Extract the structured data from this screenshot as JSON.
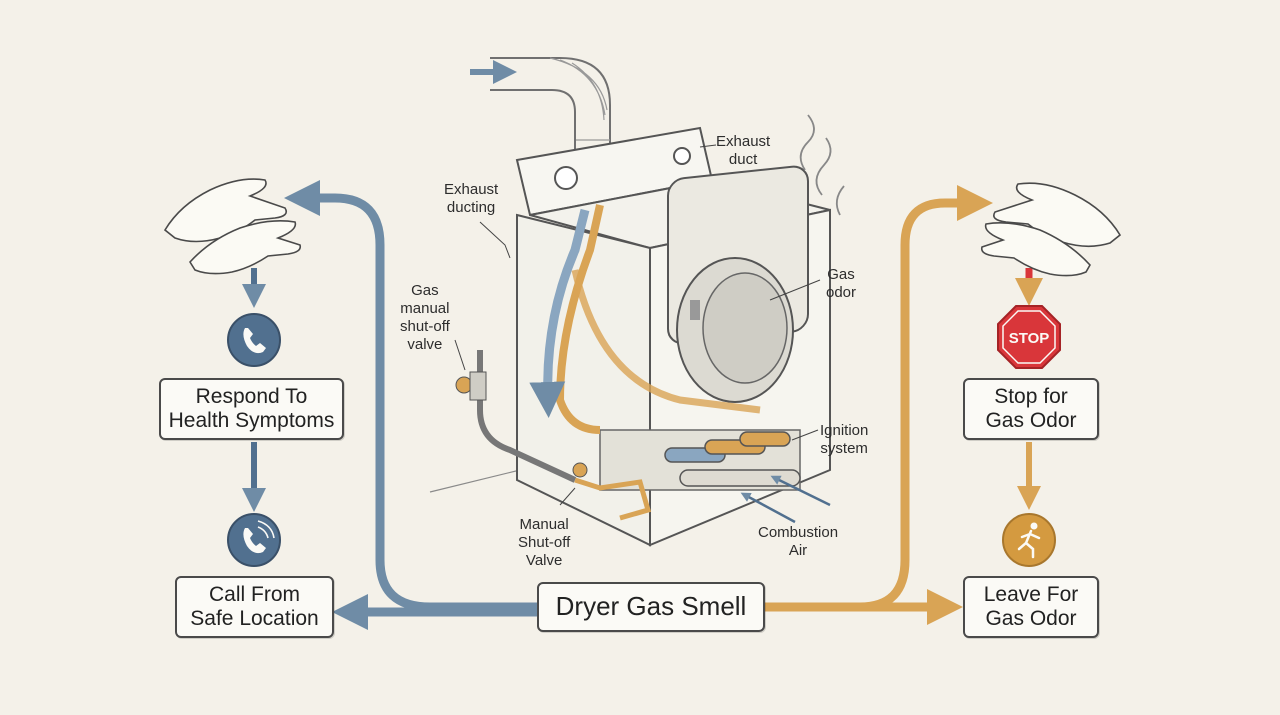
{
  "title": "Dryer Gas Smell",
  "colors": {
    "blue_path": "#6f8ca6",
    "orange_path": "#d9a455",
    "stop_red": "#d9363a",
    "icon_blue": "#51708f",
    "icon_orange": "#d49a40"
  },
  "left_steps": {
    "respond": [
      "Respond To",
      "Health Symptoms"
    ],
    "call": [
      "Call From",
      "Safe Location"
    ]
  },
  "right_steps": {
    "stop": [
      "Stop for",
      "Gas Odor"
    ],
    "leave": [
      "Leave For",
      "Gas Odor"
    ]
  },
  "stop_sign_text": "STOP",
  "labels": {
    "exhaust_duct": [
      "Exhaust",
      "duct"
    ],
    "exhaust_ducting": [
      "Exhaust",
      "ducting"
    ],
    "gas_manual_valve": [
      "Gas",
      "manual",
      "shut-off",
      "valve"
    ],
    "gas_odor": [
      "Gas",
      "odor"
    ],
    "ignition_system": [
      "Ignition",
      "system"
    ],
    "manual_valve": [
      "Manual",
      "Shut-off",
      "Valve"
    ],
    "combustion_air": [
      "Combustion",
      "Air"
    ]
  },
  "icons": [
    "hands-wave-icon",
    "phone-icon",
    "phone-ringing-icon",
    "stop-sign-icon",
    "running-person-icon",
    "gas-fumes-icon"
  ]
}
